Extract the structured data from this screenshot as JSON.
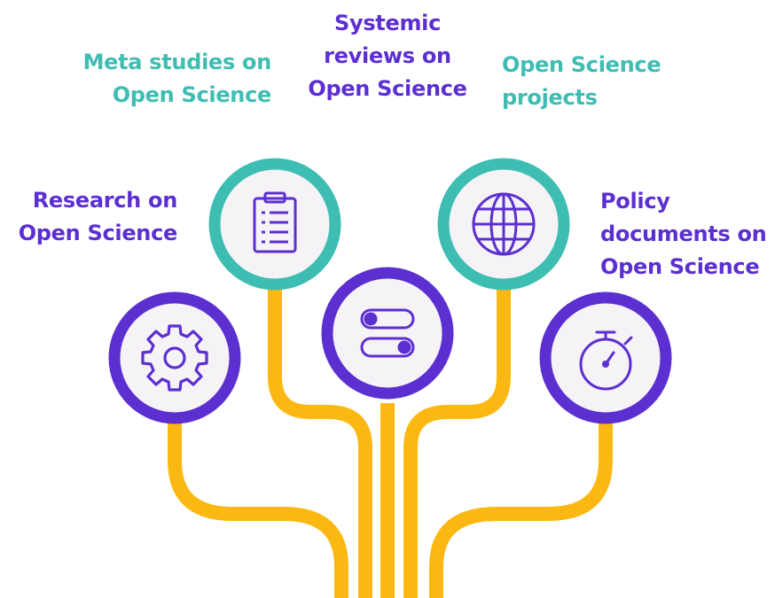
{
  "colors": {
    "purple": "#5c2fd1",
    "teal": "#3ebdb2",
    "connector": "#fbb813",
    "node_fill": "#f5f3f6"
  },
  "labels": {
    "meta_studies": "Meta studies on\nOpen Science",
    "systemic_reviews": "Systemic\nreviews on\nOpen Science",
    "open_science_projects": "Open Science\nprojects",
    "research": "Research on\nOpen Science",
    "policy_documents": "Policy\ndocuments on\nOpen Science"
  },
  "nodes": [
    {
      "name": "research-node",
      "ring": "purple",
      "icon": "gear-icon"
    },
    {
      "name": "meta-studies-node",
      "ring": "teal",
      "icon": "clipboard-icon"
    },
    {
      "name": "systemic-reviews-node",
      "ring": "purple",
      "icon": "toggle-switches-icon"
    },
    {
      "name": "open-science-projects-node",
      "ring": "teal",
      "icon": "globe-icon"
    },
    {
      "name": "policy-documents-node",
      "ring": "purple",
      "icon": "stopwatch-icon"
    }
  ]
}
